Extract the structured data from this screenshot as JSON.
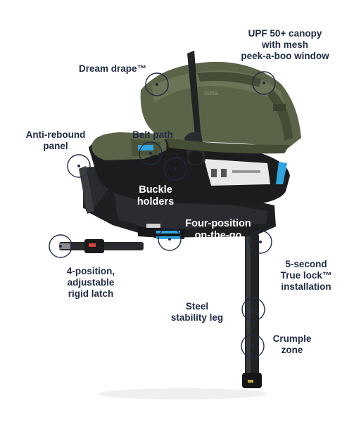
{
  "callouts": {
    "canopy": "UPF 50+ canopy\nwith mesh\npeek-a-boo window",
    "dream_drape": "Dream drape™",
    "anti_rebound": "Anti-rebound\npanel",
    "belt_path": "Belt path",
    "buckle_holders": "Buckle\nholders",
    "recline": "Four-position\non-the-go\nrecline",
    "latch": "4-position,\nadjustable\nrigid latch",
    "true_lock": "5-second\nTrue lock™\ninstallation",
    "stability_leg": "Steel\nstability leg",
    "crumple_zone": "Crumple\nzone"
  },
  "logo": "nuna",
  "colors": {
    "fabric": "#5b6448",
    "fabric_dark": "#454d36",
    "shell": "#1c1c1e",
    "accent_blue": "#2fa6e0",
    "label_text": "#1f2a44",
    "callout_ring": "#1f2a44"
  }
}
